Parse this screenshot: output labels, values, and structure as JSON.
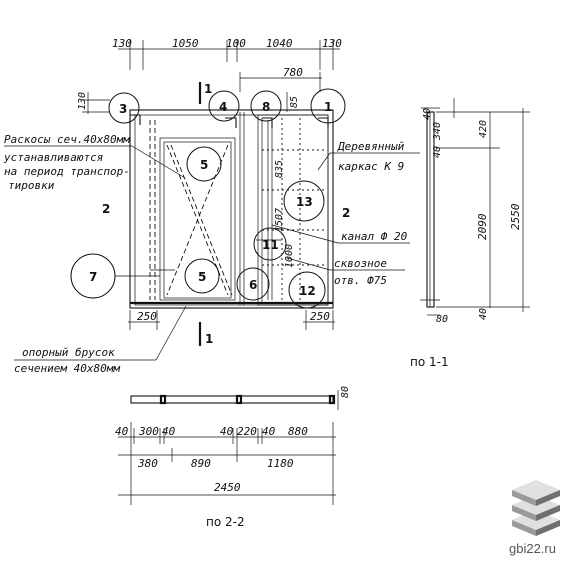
{
  "drawing": {
    "top_dims": [
      "130",
      "1050",
      "100",
      "1040",
      "130"
    ],
    "dim_780": "780",
    "left_dim_130": "130",
    "dim_85": "85",
    "section_mark_top": "1",
    "section_mark_bottom": "1",
    "callouts": {
      "c3": "3",
      "c4": "4",
      "c8": "8",
      "c1": "1",
      "c5a": "5",
      "c5b": "5",
      "c7": "7",
      "c6": "6",
      "c11": "11",
      "c12": "12",
      "c13": "13"
    },
    "label_2_left": "2",
    "label_2_right": "2",
    "dim_250_left": "250",
    "dim_250_right": "250",
    "inner_dims": {
      "d1": "835",
      "d2": "1507",
      "d3": "1000"
    },
    "notes": {
      "braces_1": "Раскосы сеч.40х80мм",
      "braces_2": "устанавливаются",
      "braces_3": "на период транспор-",
      "braces_4": "тировки",
      "frame_1": "Деревянный",
      "frame_2": "каркас К 9",
      "channel": "канал Ф 20",
      "hole_1": "сквозное",
      "hole_2": "отв. Ф75",
      "bar_1": "опорный брусок",
      "bar_2": "сечением 40х80мм"
    },
    "side_dims": {
      "top_40": "40",
      "d340": "340",
      "d40b": "40",
      "d420": "420",
      "d2090": "2090",
      "d2550": "2550",
      "d80": "80",
      "d40c": "40"
    },
    "section_11": "по 1-1",
    "bottom_80": "80",
    "bottom_row1": [
      "40",
      "300",
      "40",
      "40",
      "220",
      "40",
      "880"
    ],
    "bottom_row2": [
      "380",
      "890",
      "1180"
    ],
    "bottom_total": "2450",
    "section_22": "по 2-2"
  },
  "watermark": {
    "text": "gbi22.ru",
    "icon": "stacked-slabs-icon",
    "colors": {
      "slab_top": "#e0e0e0",
      "slab_side": "#9a9a9a",
      "slab_dark": "#6f6f6f"
    }
  }
}
